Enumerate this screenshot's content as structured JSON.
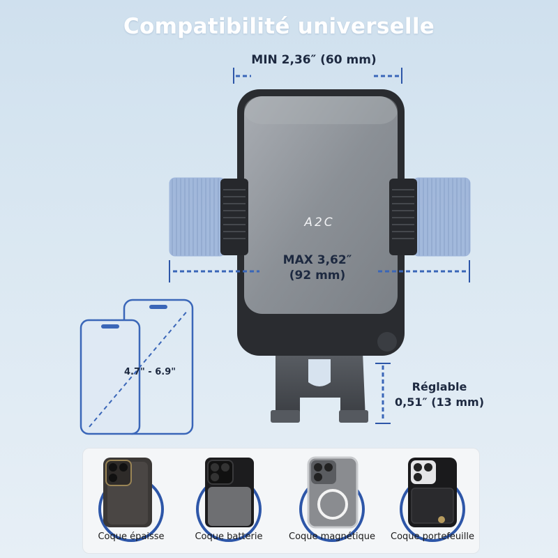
{
  "title": "Compatibilité universelle",
  "holder": {
    "brand": "A2C",
    "min_width": "MIN 2,36″ (60 mm)",
    "max_width_line1": "MAX 3,62″",
    "max_width_line2": "(92 mm)",
    "adjust_line1": "Réglable",
    "adjust_line2": "0,51″ (13 mm)"
  },
  "phones": {
    "size_range": "4.7\" - 6.9\""
  },
  "cases": [
    {
      "label": "Coque épaisse",
      "icon": "leather-case-icon"
    },
    {
      "label": "Coque batterie",
      "icon": "battery-case-icon"
    },
    {
      "label": "Coque magnétique",
      "icon": "magnetic-case-icon"
    },
    {
      "label": "Coque portefeuille",
      "icon": "wallet-case-icon"
    }
  ],
  "colors": {
    "accent_blue": "#2d56a8",
    "dash_blue": "#3a66b8",
    "holder_gray": "#8a8f96",
    "holder_dark": "#2a2c30",
    "text_dark": "#1d2940"
  }
}
